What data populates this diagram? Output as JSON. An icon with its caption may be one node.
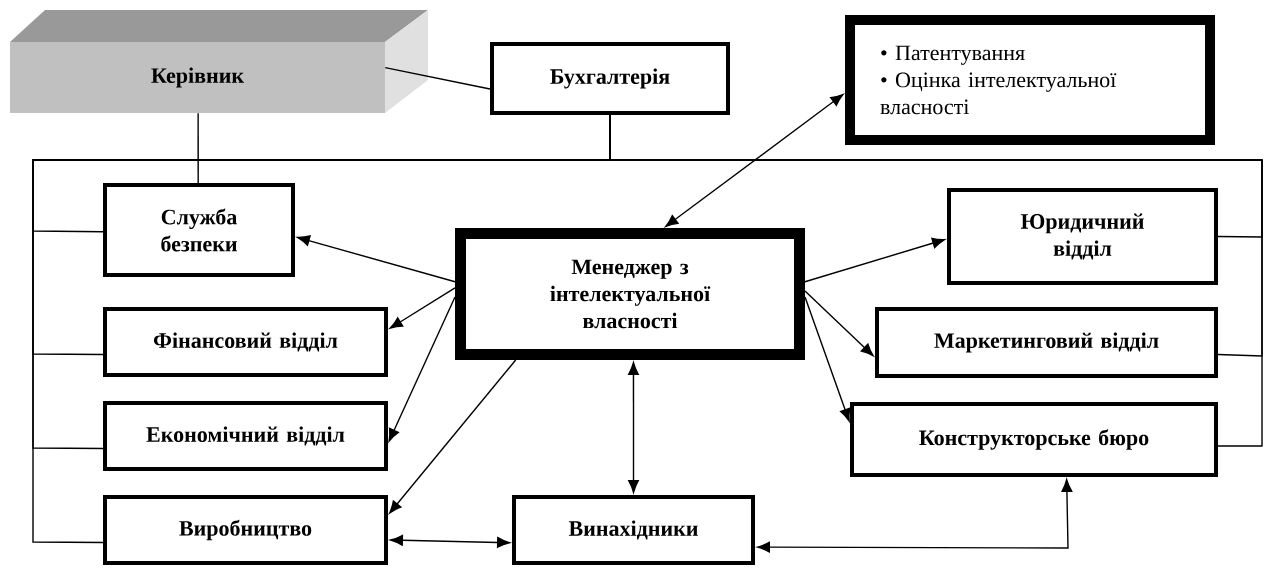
{
  "diagram": {
    "nodes": [
      {
        "text": [
          "Керівник"
        ]
      },
      {
        "text": [
          "Бухгалтерія"
        ]
      },
      {
        "text": [
          "• Патентування",
          "• Оцінка інтелектуальної власності"
        ]
      },
      {
        "text": [
          "Служба безпеки"
        ]
      },
      {
        "text": [
          "Менеджер з інтелектуальної власності"
        ]
      },
      {
        "text": [
          "Юридичний відділ"
        ]
      },
      {
        "text": [
          "Фінансовий відділ"
        ]
      },
      {
        "text": [
          "Маркетинговий відділ"
        ]
      },
      {
        "text": [
          "Економічний відділ"
        ]
      },
      {
        "text": [
          "Конструкторське бюро"
        ]
      },
      {
        "text": [
          "Виробництво"
        ]
      },
      {
        "text": [
          "Винахідники"
        ]
      }
    ],
    "edges": [
      {
        "from": 0,
        "to": 1,
        "arrow": "none"
      },
      {
        "from": 0,
        "to": 3,
        "arrow": "none"
      },
      {
        "from": 1,
        "to": 3,
        "arrow": "none"
      },
      {
        "from": 1,
        "to": 6,
        "arrow": "none"
      },
      {
        "from": 1,
        "to": 8,
        "arrow": "none"
      },
      {
        "from": 1,
        "to": 10,
        "arrow": "none"
      },
      {
        "from": 1,
        "to": 5,
        "arrow": "none"
      },
      {
        "from": 1,
        "to": 7,
        "arrow": "none"
      },
      {
        "from": 1,
        "to": 9,
        "arrow": "none"
      },
      {
        "from": 4,
        "to": 2,
        "arrow": "both"
      },
      {
        "from": 4,
        "to": 3,
        "arrow": "to"
      },
      {
        "from": 4,
        "to": 6,
        "arrow": "to"
      },
      {
        "from": 4,
        "to": 8,
        "arrow": "to"
      },
      {
        "from": 4,
        "to": 10,
        "arrow": "to"
      },
      {
        "from": 4,
        "to": 5,
        "arrow": "to"
      },
      {
        "from": 4,
        "to": 7,
        "arrow": "to"
      },
      {
        "from": 4,
        "to": 9,
        "arrow": "to"
      },
      {
        "from": 4,
        "to": 11,
        "arrow": "both"
      },
      {
        "from": 10,
        "to": 11,
        "arrow": "both"
      },
      {
        "from": 11,
        "to": 9,
        "arrow": "both"
      }
    ]
  }
}
